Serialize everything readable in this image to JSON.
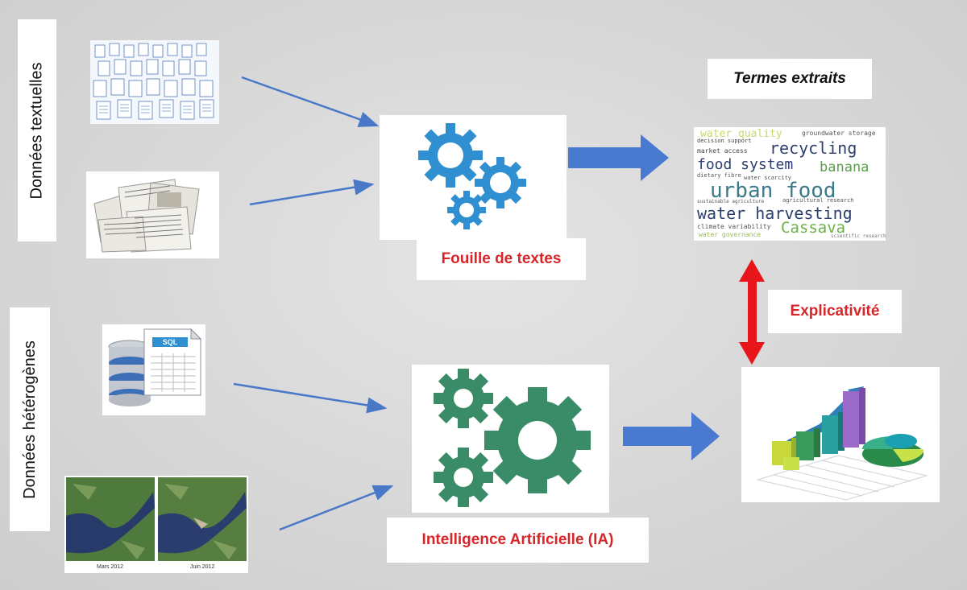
{
  "labels": {
    "textual_data": "Données textuelles",
    "heterogeneous_data": "Données hétérogènes",
    "text_mining": "Fouille de textes",
    "extracted_terms": "Termes extraits",
    "explainability": "Explicativité",
    "ai": "Intelligence Artificielle (IA)"
  },
  "sql_badge": "SQL",
  "satellite_captions": [
    "Mars 2012",
    "Juin 2012"
  ],
  "word_cloud": [
    {
      "text": "water quality",
      "color": "#c8d86a"
    },
    {
      "text": "groundwater storage",
      "color": "#555555"
    },
    {
      "text": "decision support",
      "color": "#444444"
    },
    {
      "text": "market access",
      "color": "#444444"
    },
    {
      "text": "recycling",
      "color": "#2d3f6e"
    },
    {
      "text": "food system",
      "color": "#2d3f6e"
    },
    {
      "text": "banana",
      "color": "#5aa04a"
    },
    {
      "text": "dietary fibre",
      "color": "#555555"
    },
    {
      "text": "water scarcity",
      "color": "#555555"
    },
    {
      "text": "urban food",
      "color": "#3c7a8a"
    },
    {
      "text": "water harvesting",
      "color": "#2d3f6e"
    },
    {
      "text": "sustainable agriculture",
      "color": "#555555"
    },
    {
      "text": "agricultural research",
      "color": "#555555"
    },
    {
      "text": "climate variability",
      "color": "#555555"
    },
    {
      "text": "Cassava",
      "color": "#6ab04a"
    },
    {
      "text": "water governance",
      "color": "#9ab85a"
    },
    {
      "text": "scientific research",
      "color": "#777777"
    }
  ],
  "colors": {
    "arrow_thin": "#4a78c8",
    "arrow_thick": "#4a7ad0",
    "gear_blue": "#2f8fd0",
    "gear_green": "#3a8c68",
    "double_arrow": "#e8161b",
    "caption_red": "#d7262a"
  }
}
